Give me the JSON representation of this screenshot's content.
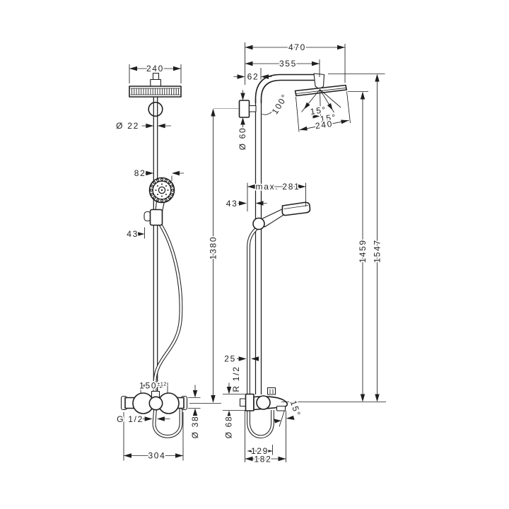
{
  "drawing": {
    "background": "#ffffff",
    "line_color": "#1f1f1f",
    "ext_line_color": "#a8a8a8",
    "front_view": {
      "name": "front-view",
      "dims": {
        "head_width": "240",
        "pipe_diameter": "Ø 22",
        "hand_shower_offset": "82",
        "slider_offset": "43",
        "height_to_bracket": "1380",
        "connection_spacing": "150",
        "connection_tolerance": "±12",
        "thread": "G 1/2",
        "valve_diameter": "Ø 38",
        "body_width": "304"
      }
    },
    "side_view": {
      "name": "side-view",
      "dims": {
        "total_reach": "470",
        "arm_reach": "355",
        "wall_to_pipe": "62",
        "arm_angle": "100°",
        "head_tilt_left": "15°",
        "head_tilt_right": "15°",
        "head_depth": "240",
        "bracket_diameter": "Ø 60",
        "max_hand_shower_reach": "max. 281",
        "slider_depth": "43",
        "height_head": "1459",
        "height_top": "1547",
        "pipe_offset": "25",
        "wall_thread": "R 1/2",
        "escutcheon_diameter": "Ø 68",
        "spout_angle": "15°",
        "hose_reach": "129",
        "spout_reach": "182"
      }
    }
  }
}
